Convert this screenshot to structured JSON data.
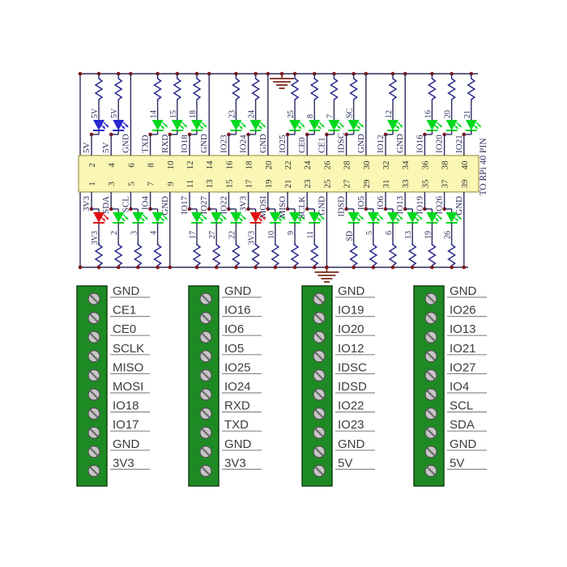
{
  "connector": {
    "label": "TO RPi 40 PIN"
  },
  "icons": {
    "ground": "ground-icon",
    "resistor": "resistor-icon",
    "led": "led-icon",
    "screw": "screw-icon"
  },
  "colors": {
    "wire": "#2c2c5e",
    "junction": "#801818",
    "resistor": "#2a2a8c",
    "led_green": "#00d820",
    "led_blue": "#2828cc",
    "led_red": "#e01010",
    "strip_fill": "#faf6b4",
    "strip_border": "#a09a50",
    "pin_number": "#333333",
    "net_label": "#2c2c5e",
    "ground": "#7a2a1a",
    "block_green": "#1e8a24",
    "block_border": "#0a3a0a",
    "screw_fill": "#c6c6c6",
    "screw_border": "#4f4f4f",
    "screw_slot": "#6a6a6a",
    "terminal_label": "#3c3c3c",
    "underline": "#8a8a8a"
  },
  "schematic": {
    "top_pins": [
      {
        "pin": "2",
        "label": "5V",
        "led": "5V",
        "color": "blue"
      },
      {
        "pin": "4",
        "label": "5V",
        "led": "5V",
        "color": "blue"
      },
      {
        "pin": "6",
        "label": "GND",
        "led": null
      },
      {
        "pin": "8",
        "label": "TXD",
        "led": "14",
        "color": "green"
      },
      {
        "pin": "10",
        "label": "RXD",
        "led": "15",
        "color": "green"
      },
      {
        "pin": "12",
        "label": "IO18",
        "led": "18",
        "color": "green"
      },
      {
        "pin": "14",
        "label": "GND",
        "led": null
      },
      {
        "pin": "16",
        "label": "IO23",
        "led": "23",
        "color": "green"
      },
      {
        "pin": "18",
        "label": "IO24",
        "led": "24",
        "color": "green"
      },
      {
        "pin": "20",
        "label": "GND",
        "led": null
      },
      {
        "pin": "22",
        "label": "IO25",
        "led": "25",
        "color": "green"
      },
      {
        "pin": "24",
        "label": "CE0",
        "led": "8",
        "color": "green"
      },
      {
        "pin": "26",
        "label": "CE1",
        "led": "7",
        "color": "green"
      },
      {
        "pin": "28",
        "label": "IDSC",
        "led": "SC",
        "color": "green"
      },
      {
        "pin": "30",
        "label": "GND",
        "led": null
      },
      {
        "pin": "32",
        "label": "IO12",
        "led": "12",
        "color": "green"
      },
      {
        "pin": "34",
        "label": "GND",
        "led": null
      },
      {
        "pin": "36",
        "label": "IO16",
        "led": "16",
        "color": "green"
      },
      {
        "pin": "38",
        "label": "IO20",
        "led": "20",
        "color": "green"
      },
      {
        "pin": "40",
        "label": "IO21",
        "led": "21",
        "color": "green"
      }
    ],
    "bottom_pins": [
      {
        "pin": "1",
        "label": "3V3",
        "led": "3V3",
        "color": "red"
      },
      {
        "pin": "3",
        "label": "SDA",
        "led": "2",
        "color": "green"
      },
      {
        "pin": "5",
        "label": "SCL",
        "led": "3",
        "color": "green"
      },
      {
        "pin": "7",
        "label": "IO4",
        "led": "4",
        "color": "green"
      },
      {
        "pin": "9",
        "label": "GND",
        "led": null
      },
      {
        "pin": "11",
        "label": "IO17",
        "led": "17",
        "color": "green"
      },
      {
        "pin": "13",
        "label": "IO27",
        "led": "27",
        "color": "green"
      },
      {
        "pin": "15",
        "label": "IO22",
        "led": "22",
        "color": "green"
      },
      {
        "pin": "17",
        "label": "3V3",
        "led": "3V3",
        "color": "red"
      },
      {
        "pin": "19",
        "label": "MOSI",
        "led": "10",
        "color": "green"
      },
      {
        "pin": "21",
        "label": "MISO",
        "led": "9",
        "color": "green"
      },
      {
        "pin": "23",
        "label": "SCLK",
        "led": "11",
        "color": "green"
      },
      {
        "pin": "25",
        "label": "GND",
        "led": null
      },
      {
        "pin": "27",
        "label": "IDSD",
        "led": "SD",
        "color": "green"
      },
      {
        "pin": "29",
        "label": "IO5",
        "led": "5",
        "color": "green"
      },
      {
        "pin": "31",
        "label": "IO6",
        "led": "6",
        "color": "green"
      },
      {
        "pin": "33",
        "label": "IO13",
        "led": "13",
        "color": "green"
      },
      {
        "pin": "35",
        "label": "IO19",
        "led": "19",
        "color": "green"
      },
      {
        "pin": "37",
        "label": "IO26",
        "led": "26",
        "color": "green"
      },
      {
        "pin": "39",
        "label": "GND",
        "led": null
      }
    ]
  },
  "terminal_blocks": [
    {
      "labels": [
        "GND",
        "CE1",
        "CE0",
        "SCLK",
        "MISO",
        "MOSI",
        "IO18",
        "IO17",
        "GND",
        "3V3"
      ]
    },
    {
      "labels": [
        "GND",
        "IO16",
        "IO6",
        "IO5",
        "IO25",
        "IO24",
        "RXD",
        "TXD",
        "GND",
        "3V3"
      ]
    },
    {
      "labels": [
        "GND",
        "IO19",
        "IO20",
        "IO12",
        "IDSC",
        "IDSD",
        "IO22",
        "IO23",
        "GND",
        "5V"
      ]
    },
    {
      "labels": [
        "GND",
        "IO26",
        "IO13",
        "IO21",
        "IO27",
        "IO4",
        "SCL",
        "SDA",
        "GND",
        "5V"
      ]
    }
  ]
}
